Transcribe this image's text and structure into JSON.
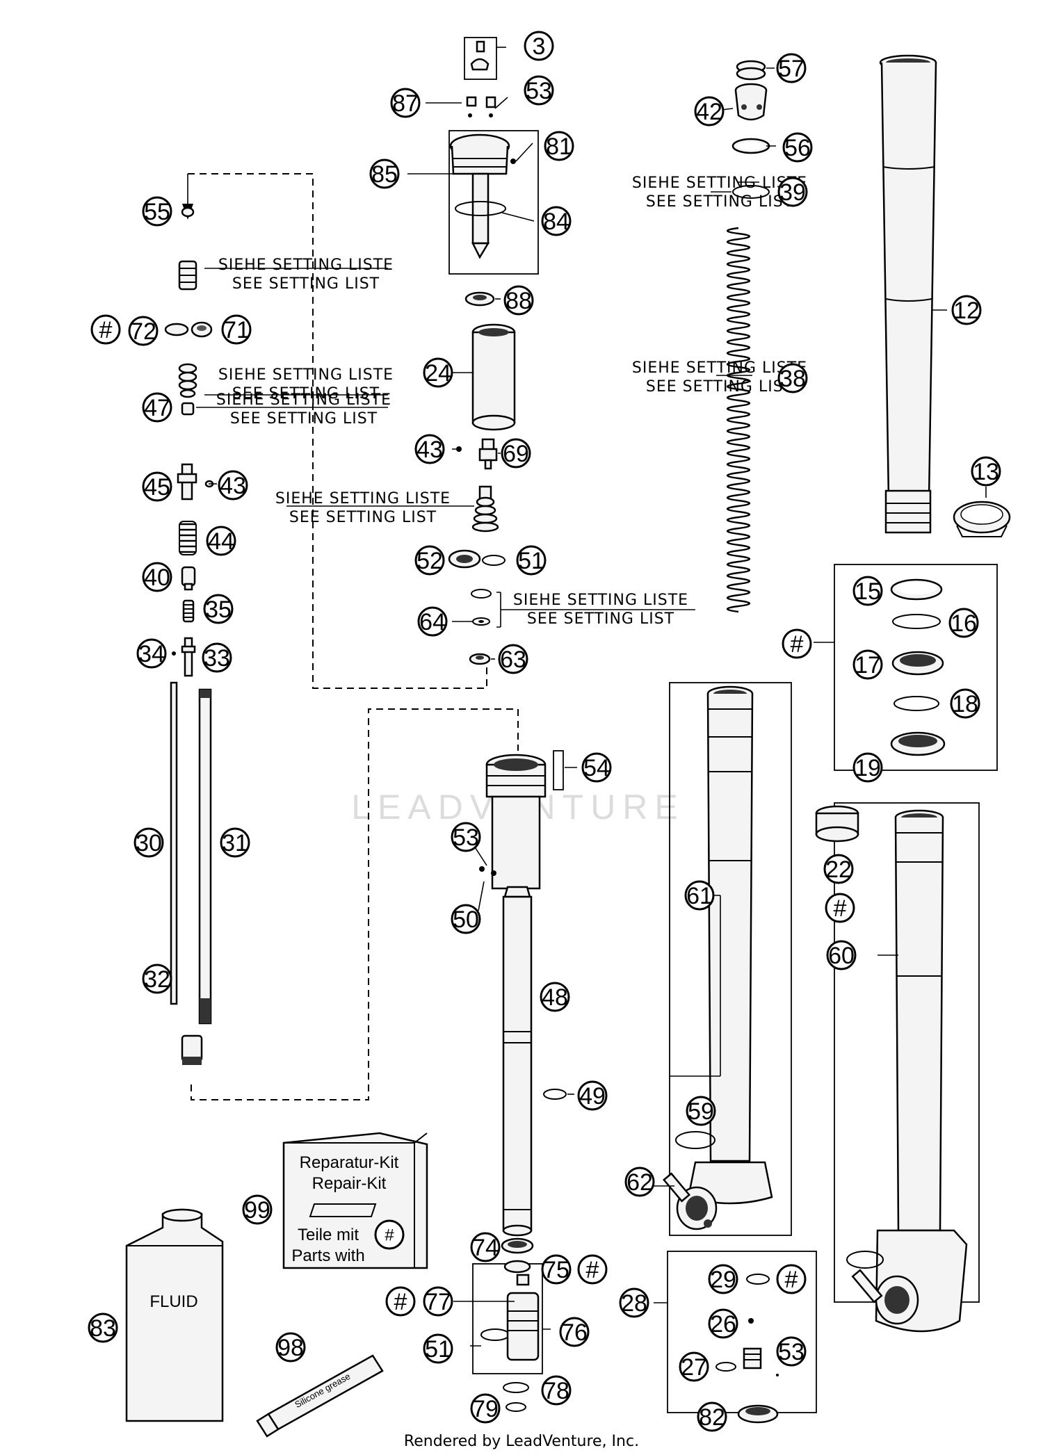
{
  "watermark": "LEADVENTURE",
  "footer": "Rendered by LeadVenture, Inc.",
  "setting_note": {
    "de": "SIEHE SETTING LISTE",
    "en": "SEE SETTING LIST"
  },
  "repair_kit": {
    "line1": "Reparatur-Kit",
    "line2": "Repair-Kit",
    "line3": "Teile mit",
    "line4": "Parts with",
    "hash": "#"
  },
  "fluid_label": "FLUID",
  "grease_label": "Silicone grease",
  "part_labels": [
    "3",
    "87",
    "53",
    "81",
    "85",
    "84",
    "57",
    "42",
    "56",
    "39",
    "12",
    "55",
    "72",
    "71",
    "47",
    "45",
    "43",
    "44",
    "40",
    "35",
    "34",
    "33",
    "88",
    "24",
    "38",
    "69",
    "13",
    "52",
    "51",
    "64",
    "63",
    "15",
    "16",
    "17",
    "18",
    "19",
    "54",
    "30",
    "31",
    "50",
    "22",
    "61",
    "48",
    "60",
    "32",
    "49",
    "59",
    "62",
    "99",
    "74",
    "75",
    "77",
    "76",
    "28",
    "29",
    "26",
    "27",
    "83",
    "98",
    "79",
    "78",
    "82"
  ],
  "hash_symbol": "#"
}
